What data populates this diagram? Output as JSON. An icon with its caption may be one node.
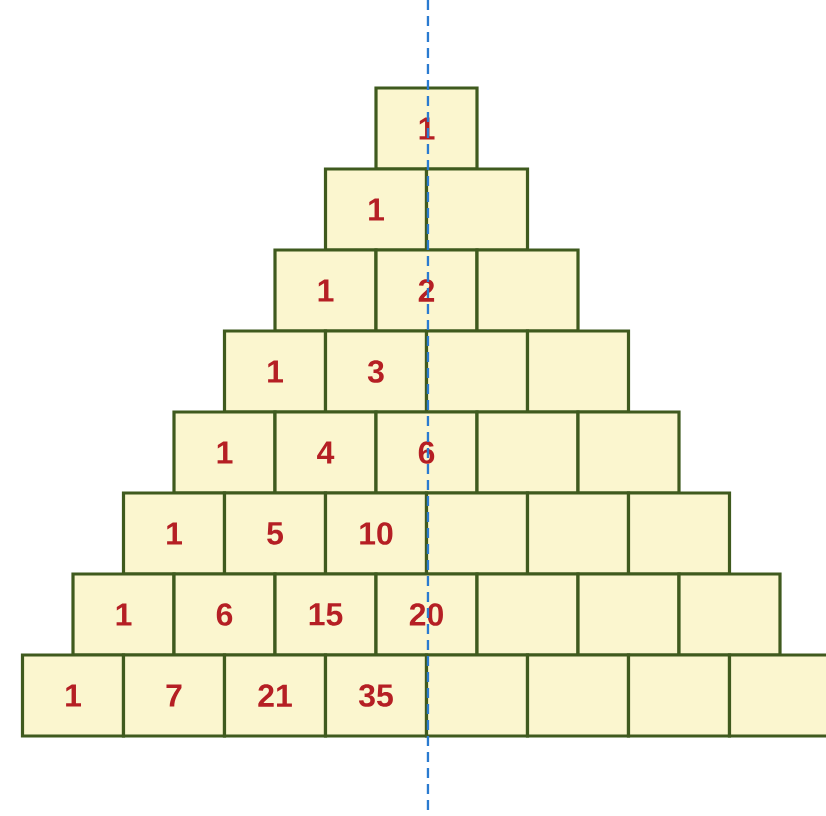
{
  "diagram": {
    "nodes": [
      {
        "text": [
          "1"
        ]
      },
      {
        "text": [
          "1"
        ]
      },
      {
        "text": [],
        "shape": "box"
      },
      {
        "text": [
          "1"
        ]
      },
      {
        "text": [
          "2"
        ]
      },
      {
        "text": [],
        "shape": "box"
      },
      {
        "text": [
          "1"
        ]
      },
      {
        "text": [
          "3"
        ]
      },
      {
        "text": [],
        "shape": "box"
      },
      {
        "text": [],
        "shape": "box"
      },
      {
        "text": [
          "1"
        ]
      },
      {
        "text": [
          "4"
        ]
      },
      {
        "text": [
          "6"
        ]
      },
      {
        "text": [],
        "shape": "box"
      },
      {
        "text": [],
        "shape": "box"
      },
      {
        "text": [
          "1"
        ]
      },
      {
        "text": [
          "5"
        ]
      },
      {
        "text": [
          "10"
        ]
      },
      {
        "text": [],
        "shape": "box"
      },
      {
        "text": [],
        "shape": "box"
      },
      {
        "text": [],
        "shape": "box"
      },
      {
        "text": [
          "1"
        ]
      },
      {
        "text": [
          "6"
        ]
      },
      {
        "text": [
          "15"
        ]
      },
      {
        "text": [
          "20"
        ]
      },
      {
        "text": [],
        "shape": "box"
      },
      {
        "text": [],
        "shape": "box"
      },
      {
        "text": [],
        "shape": "box"
      },
      {
        "text": [
          "1"
        ]
      },
      {
        "text": [
          "7"
        ]
      },
      {
        "text": [
          "21"
        ]
      },
      {
        "text": [
          "35"
        ]
      },
      {
        "text": [],
        "shape": "box"
      },
      {
        "text": [],
        "shape": "box"
      },
      {
        "text": [],
        "shape": "box"
      },
      {
        "text": [],
        "shape": "box"
      }
    ]
  }
}
